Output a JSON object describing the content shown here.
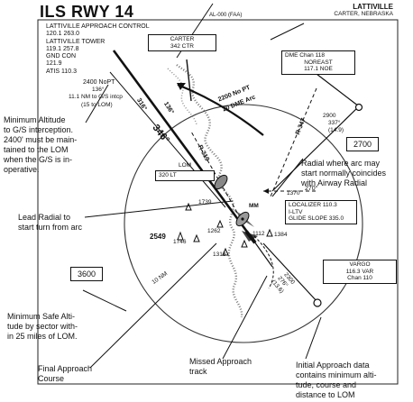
{
  "header": {
    "title": "ILS RWY 14",
    "source": "AL-000 (FAA)",
    "city": "LATTIVILLE",
    "state": "CARTER, NEBRASKA"
  },
  "comm": {
    "approach": "LATTIVILLE APPROACH CONTROL",
    "approach_freq": "120.1  263.0",
    "tower": "LATTIVILLE TOWER",
    "tower_freq": "119.1  257.8",
    "gnd": "GND CON",
    "gnd_freq": "121.9",
    "atis": "ATIS 110.3"
  },
  "navaids": {
    "carter_name": "CARTER",
    "carter_freq": "342 CTR",
    "noreast_dme": "DME Chan 118",
    "noreast_name": "NOREAST",
    "noreast_freq": "117.1 NOE",
    "lom_name": "LOM",
    "lom_freq": "320 LT",
    "mm": "MM",
    "loc_1": "LOCALIZER 110.3",
    "loc_2": "I-LTV",
    "loc_3": "GLIDE SLOPE 335.0",
    "vargo_name": "VARGO",
    "vargo_freq": "116.3 VAR",
    "vargo_chan": "Chan 110"
  },
  "route_notes": {
    "gs_alt": "2400 NoPT",
    "gs_crs": "136°",
    "gs_dist": "11.1 NM to G/S intcp",
    "gs_to": "(15 to LOM)",
    "arc_alt": "2200 No PT",
    "arc_dme": "20 DME Arc",
    "noreast_alt": "2900",
    "noreast_crs": "337°",
    "noreast_dist": "(14.9)",
    "vargo_alt": "2300",
    "vargo_crs": "276°",
    "vargo_dist": "(13.6)",
    "ten_nm": "10 NM"
  },
  "radials": {
    "r316": "316°",
    "r136": "136°",
    "r319": "R-319",
    "r347": "R-347",
    "r270": "270°",
    "crs": "346°"
  },
  "elevations": {
    "e1739": "1739",
    "e2549": "2549",
    "e1262": "1262",
    "e1112": "1112",
    "e1384": "1384",
    "e1746": "1746",
    "e1318": "1318",
    "e1370": "1370"
  },
  "msa": {
    "north": "2700",
    "south": "3600"
  },
  "callouts": {
    "min_alt_gs": "Minimum Altitude\nto G/S interception.\n2400' must be main-\ntained to the LOM\nwhen the G/S is in-\noperative.",
    "lead_radial": "Lead Radial to\nstart turn from arc",
    "msa_note": "Minimum Safe Alti-\ntude by sector with-\nin 25 miles of LOM.",
    "final_course": "Final Approach\nCourse",
    "missed": "Missed Approach\ntrack",
    "initial": "Initial Approach data\ncontains minimum alti-\ntude, course and\ndistance to LOM",
    "radial_arc": "Radial where arc may\nstart normally coincides\nwith Airway Radial"
  }
}
